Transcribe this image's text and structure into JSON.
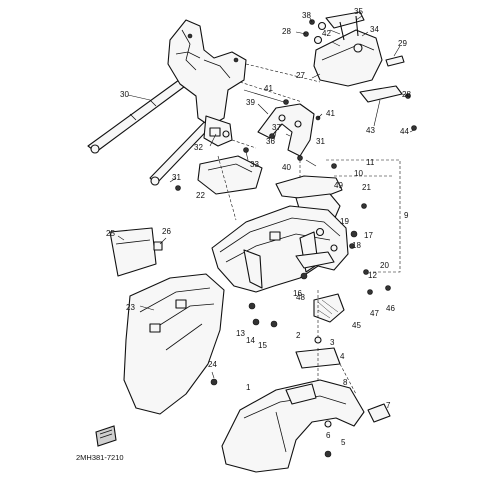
{
  "diagram": {
    "code": "2MH381-7210",
    "labels": [
      "1",
      "2",
      "3",
      "4",
      "5",
      "6",
      "7",
      "8",
      "9",
      "10",
      "11",
      "12",
      "13",
      "14",
      "15",
      "16",
      "17",
      "18",
      "19",
      "20",
      "21",
      "22",
      "23",
      "24",
      "25",
      "26",
      "27",
      "28",
      "28",
      "29",
      "30",
      "31",
      "31",
      "32",
      "33",
      "34",
      "35",
      "36",
      "37",
      "38",
      "39",
      "40",
      "41",
      "41",
      "42",
      "43",
      "44",
      "45",
      "46",
      "47",
      "48",
      "49"
    ]
  }
}
